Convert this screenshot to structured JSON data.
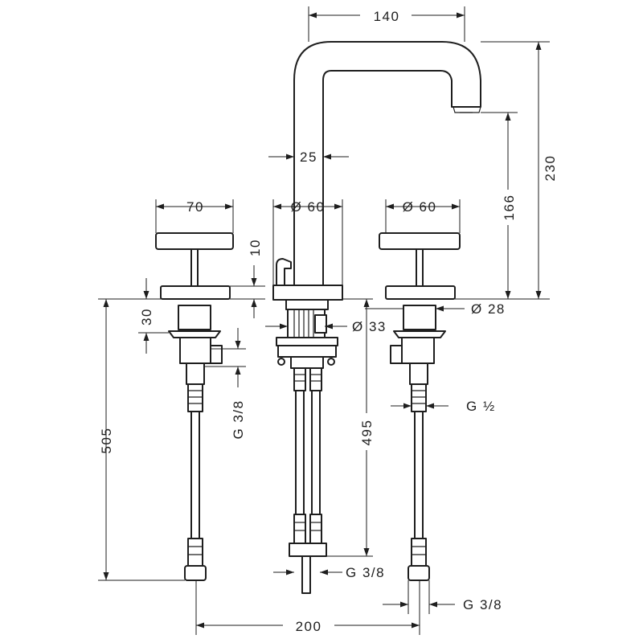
{
  "dimensions": {
    "spout_reach": "140",
    "spout_height": "230",
    "outlet_height": "166",
    "spout_width": "25",
    "handle_width": "70",
    "base_diameter_center": "Ø 60",
    "base_diameter_right": "Ø 60",
    "rosette_height": "10",
    "handle_body_height": "30",
    "shank_diameter": "Ø 28",
    "center_shank_diameter": "Ø 33",
    "hose_length_side": "505",
    "hose_length_center": "495",
    "connection_left": "G 3/8",
    "connection_right": "G ½",
    "connection_center_bottom": "G 3/8",
    "connection_right_bottom": "G 3/8",
    "center_distance": "200"
  }
}
